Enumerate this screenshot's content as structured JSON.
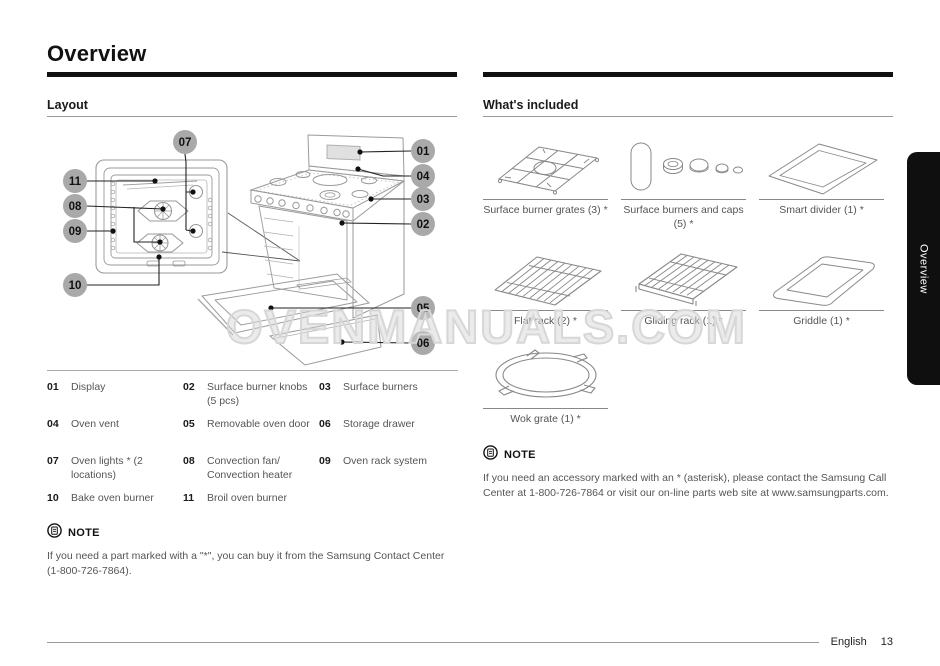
{
  "page": {
    "title": "Overview",
    "watermark": "OVENMANUALS.COM",
    "sidebar_tab": "Overview",
    "footer": {
      "language": "English",
      "page_number": "13"
    }
  },
  "layout": {
    "heading": "Layout",
    "callouts": [
      "01",
      "02",
      "03",
      "04",
      "05",
      "06",
      "07",
      "08",
      "09",
      "10",
      "11"
    ],
    "parts": [
      {
        "num": "01",
        "label": "Display"
      },
      {
        "num": "02",
        "label": "Surface burner knobs (5 pcs)"
      },
      {
        "num": "03",
        "label": "Surface burners"
      },
      {
        "num": "04",
        "label": "Oven vent"
      },
      {
        "num": "05",
        "label": "Removable oven door"
      },
      {
        "num": "06",
        "label": "Storage drawer"
      },
      {
        "num": "07",
        "label": "Oven lights * (2 locations)"
      },
      {
        "num": "08",
        "label": "Convection fan/ Convection heater"
      },
      {
        "num": "09",
        "label": "Oven rack system"
      },
      {
        "num": "10",
        "label": "Bake oven burner"
      },
      {
        "num": "11",
        "label": "Broil oven burner"
      }
    ],
    "note_label": "NOTE",
    "note_text": "If you need a part marked with a \"*\", you can buy it from the Samsung Contact Center (1-800-726-7864)."
  },
  "included": {
    "heading": "What's included",
    "items": [
      {
        "label": "Surface burner grates (3) *"
      },
      {
        "label": "Surface burners and caps (5) *"
      },
      {
        "label": "Smart divider (1) *"
      },
      {
        "label": "Flat rack (2) *"
      },
      {
        "label": "Gliding rack (1) *"
      },
      {
        "label": "Griddle (1) *"
      },
      {
        "label": "Wok grate (1) *"
      }
    ],
    "note_label": "NOTE",
    "note_text": "If you need an accessory marked with an * (asterisk), please contact the Samsung Call Center at 1-800-726-7864 or visit our on-line parts web site at www.samsungparts.com."
  }
}
